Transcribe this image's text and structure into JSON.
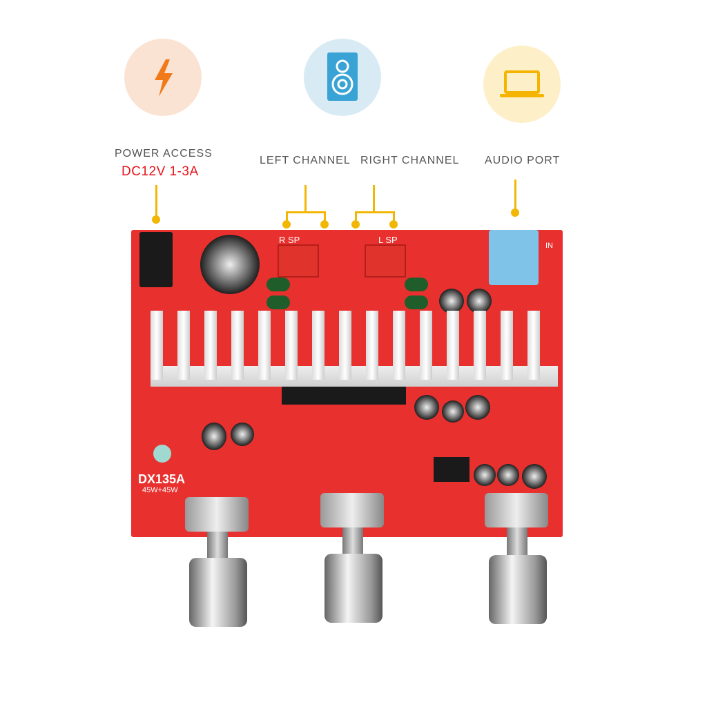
{
  "features": [
    {
      "icon": "lightning-bolt-icon",
      "title": "POWER ACCESS",
      "subtitle": "DC12V 1-3A",
      "bg": "#fbe3d3",
      "icon_color": "#f07a1a"
    },
    {
      "icon": "speaker-icon",
      "title": "LEFT CHANNEL",
      "bg": "#d8ebf5",
      "icon_color": "#3aa3d6"
    },
    {
      "title": "RIGHT CHANNEL"
    },
    {
      "icon": "laptop-icon",
      "title": "AUDIO PORT",
      "bg": "#fdf0c8",
      "icon_color": "#f4b400"
    }
  ],
  "board": {
    "model": "DX135A",
    "power_rating": "45W+45W",
    "r_sp": "R SP",
    "l_sp": "L SP",
    "in": "IN",
    "accent": "#e8312f"
  },
  "colors": {
    "callout": "#f2b705",
    "highlight": "#e8121b"
  }
}
